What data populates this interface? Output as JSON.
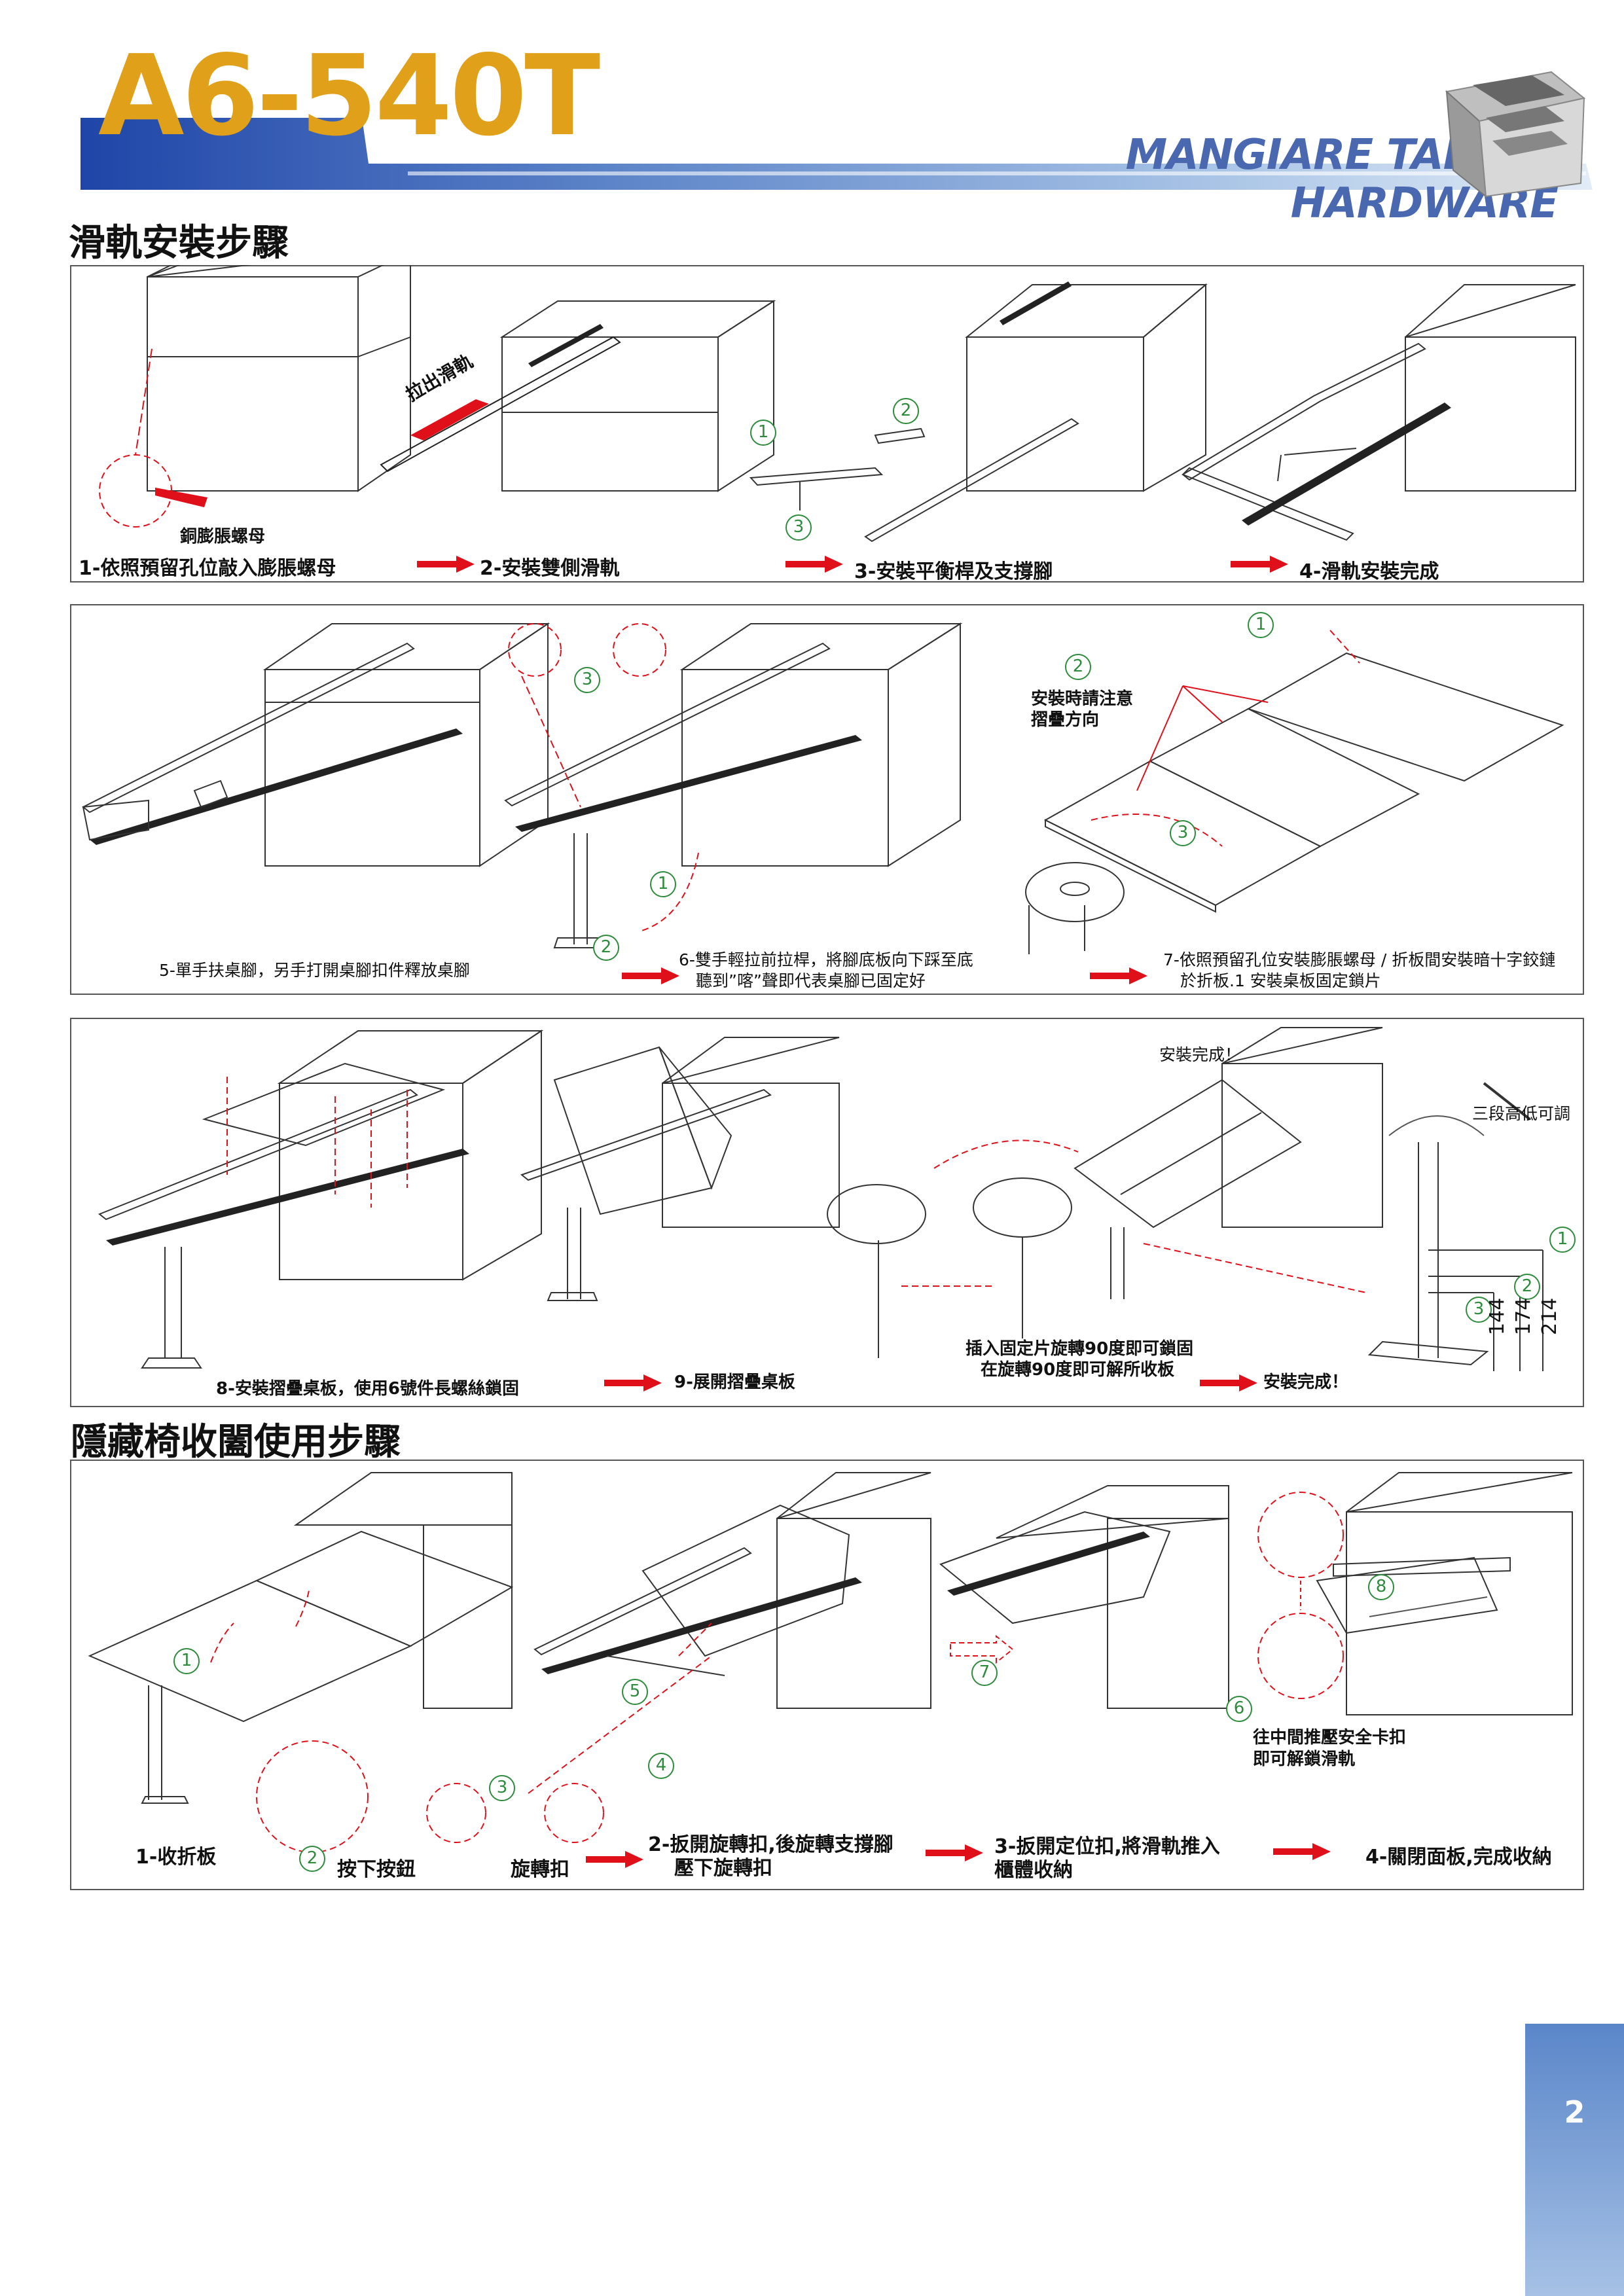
{
  "header": {
    "model": "A6-540T",
    "brand": "MANGIARE TABLES HARDWARE"
  },
  "section1": {
    "title": "滑軌安裝步驟",
    "panel1": {
      "part_label": "銅膨脹螺母",
      "pull_label": "拉出滑軌",
      "steps": [
        "1-依照預留孔位敲入膨脹螺母",
        "2-安裝雙側滑軌",
        "3-安裝平衡桿及支撐腳",
        "4-滑軌安裝完成"
      ],
      "markers": [
        "1",
        "2",
        "3"
      ]
    },
    "panel2": {
      "note_line1": "安裝時請注意",
      "note_line2": "摺疊方向",
      "step5": "5-單手扶桌腳，另手打開桌腳扣件釋放桌腳",
      "step6_line1": "6-雙手輕拉前拉桿，將腳底板向下踩至底",
      "step6_line2": "聽到”喀”聲即代表桌腳已固定好",
      "step7_line1": "7-依照預留孔位安裝膨脹螺母 / 折板間安裝暗十字鉸鏈",
      "step7_line2": "於折板.1 安裝桌板固定鎖片",
      "markers": [
        "1",
        "2",
        "3",
        "1",
        "2",
        "3"
      ]
    },
    "panel3": {
      "done_top": "安裝完成！",
      "height_label": "三段高低可調",
      "step8": "8-安裝摺疊桌板，使用6號件長螺絲鎖固",
      "step9": "9-展開摺疊桌板",
      "lock_line1": "插入固定片旋轉90度即可鎖固",
      "lock_line2": "在旋轉90度即可解所收板",
      "done": "安裝完成！",
      "dims": [
        "144",
        "174",
        "214"
      ],
      "markers": [
        "1",
        "2",
        "3"
      ]
    }
  },
  "section2": {
    "title": "隱藏椅收闔使用步驟",
    "panel4": {
      "step1": "1-收折板",
      "press": "按下按鈕",
      "rotate": "旋轉扣",
      "step2_line1": "2-扳開旋轉扣,後旋轉支撐腳",
      "step2_line2": "壓下旋轉扣",
      "step3_line1": "3-扳開定位扣,將滑軌推入",
      "step3_line2": "櫃體收納",
      "step4": "4-關閉面板,完成收納",
      "push_line1": "往中間推壓安全卡扣",
      "push_line2": "即可解鎖滑軌",
      "markers": [
        "1",
        "2",
        "3",
        "4",
        "5",
        "6",
        "7",
        "8"
      ]
    }
  },
  "footer": {
    "page_number": "2"
  },
  "colors": {
    "accent_gold": "#e0a019",
    "brand_blue": "#2d4ea0",
    "marker_green": "#2e8b3c",
    "arrow_red": "#e0101a"
  }
}
